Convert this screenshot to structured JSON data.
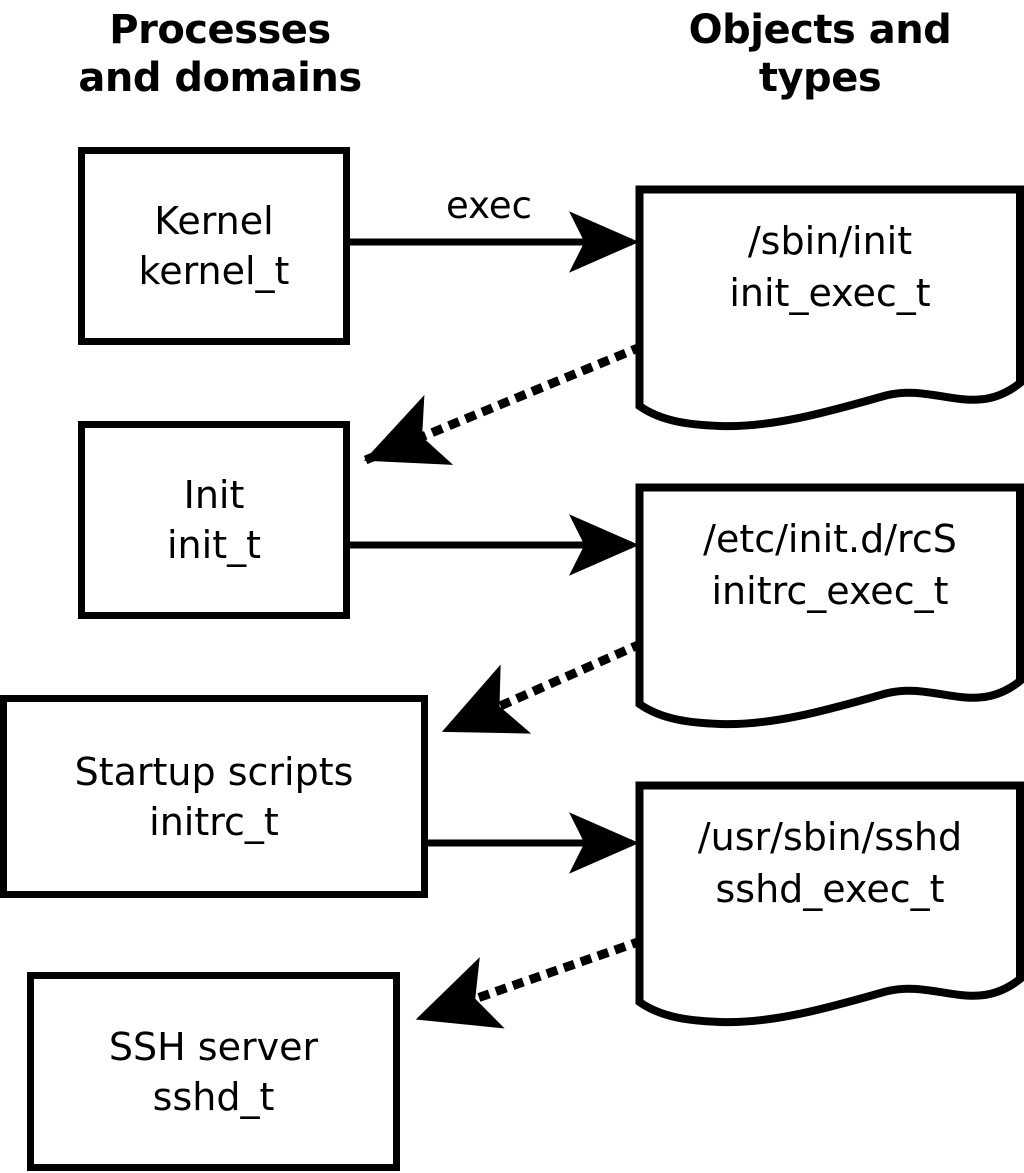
{
  "diagram": {
    "title_left": "Processes\nand domains",
    "title_right": "Objects and\ntypes",
    "stroke_color": "#000000",
    "background_color": "#ffffff",
    "processes": [
      {
        "id": "kernel",
        "name": "Kernel",
        "type": "kernel_t"
      },
      {
        "id": "init",
        "name": "Init",
        "type": "init_t"
      },
      {
        "id": "initrc",
        "name": "Startup scripts",
        "type": "initrc_t"
      },
      {
        "id": "sshd",
        "name": "SSH server",
        "type": "sshd_t"
      }
    ],
    "objects": [
      {
        "id": "init_exec",
        "path": "/sbin/init",
        "type": "init_exec_t"
      },
      {
        "id": "initrc_exec",
        "path": "/etc/init.d/rcS",
        "type": "initrc_exec_t"
      },
      {
        "id": "sshd_exec",
        "path": "/usr/sbin/sshd",
        "type": "sshd_exec_t"
      }
    ],
    "edges": [
      {
        "from": "kernel",
        "to": "init_exec",
        "label": "exec",
        "style": "solid"
      },
      {
        "from": "init_exec",
        "to": "init",
        "label": "",
        "style": "dotted"
      },
      {
        "from": "init",
        "to": "initrc_exec",
        "label": "",
        "style": "solid"
      },
      {
        "from": "initrc_exec",
        "to": "initrc",
        "label": "",
        "style": "dotted"
      },
      {
        "from": "initrc",
        "to": "sshd_exec",
        "label": "",
        "style": "solid"
      },
      {
        "from": "sshd_exec",
        "to": "sshd",
        "label": "",
        "style": "dotted"
      }
    ],
    "edge_labels": {
      "exec": "exec"
    }
  }
}
